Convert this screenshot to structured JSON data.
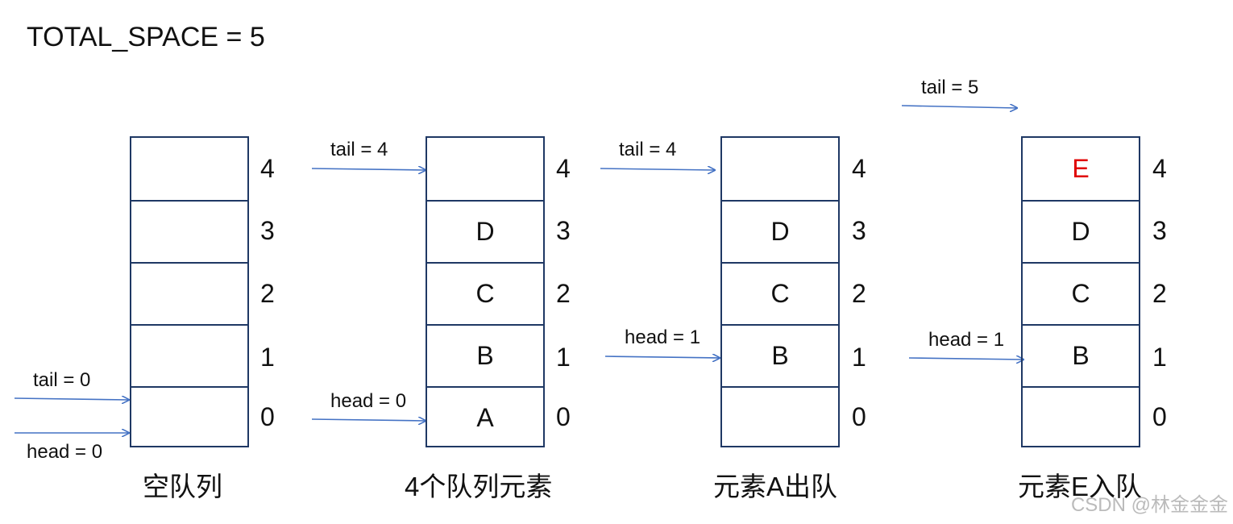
{
  "title": "TOTAL_SPACE = 5",
  "colors": {
    "arrow": "#4472c4",
    "border": "#1f3864",
    "highlight": "#e00000"
  },
  "indices": [
    "4",
    "3",
    "2",
    "1",
    "0"
  ],
  "stacks": [
    {
      "caption": "空队列",
      "cells": [
        "",
        "",
        "",
        "",
        ""
      ],
      "pointers": {
        "tail": "tail = 0",
        "head": "head = 0"
      }
    },
    {
      "caption": "4个队列元素",
      "cells": [
        "",
        "D",
        "C",
        "B",
        "A"
      ],
      "pointers": {
        "tail": "tail = 4",
        "head": "head = 0"
      }
    },
    {
      "caption": "元素A出队",
      "cells": [
        "",
        "D",
        "C",
        "B",
        ""
      ],
      "pointers": {
        "tail": "tail = 4",
        "head": "head = 1"
      }
    },
    {
      "caption": "元素E入队",
      "cells": [
        "E",
        "D",
        "C",
        "B",
        ""
      ],
      "highlight_cell": "E",
      "pointers": {
        "tail": "tail = 5",
        "head": "head = 1"
      }
    }
  ],
  "watermark": "CSDN @林金金金"
}
